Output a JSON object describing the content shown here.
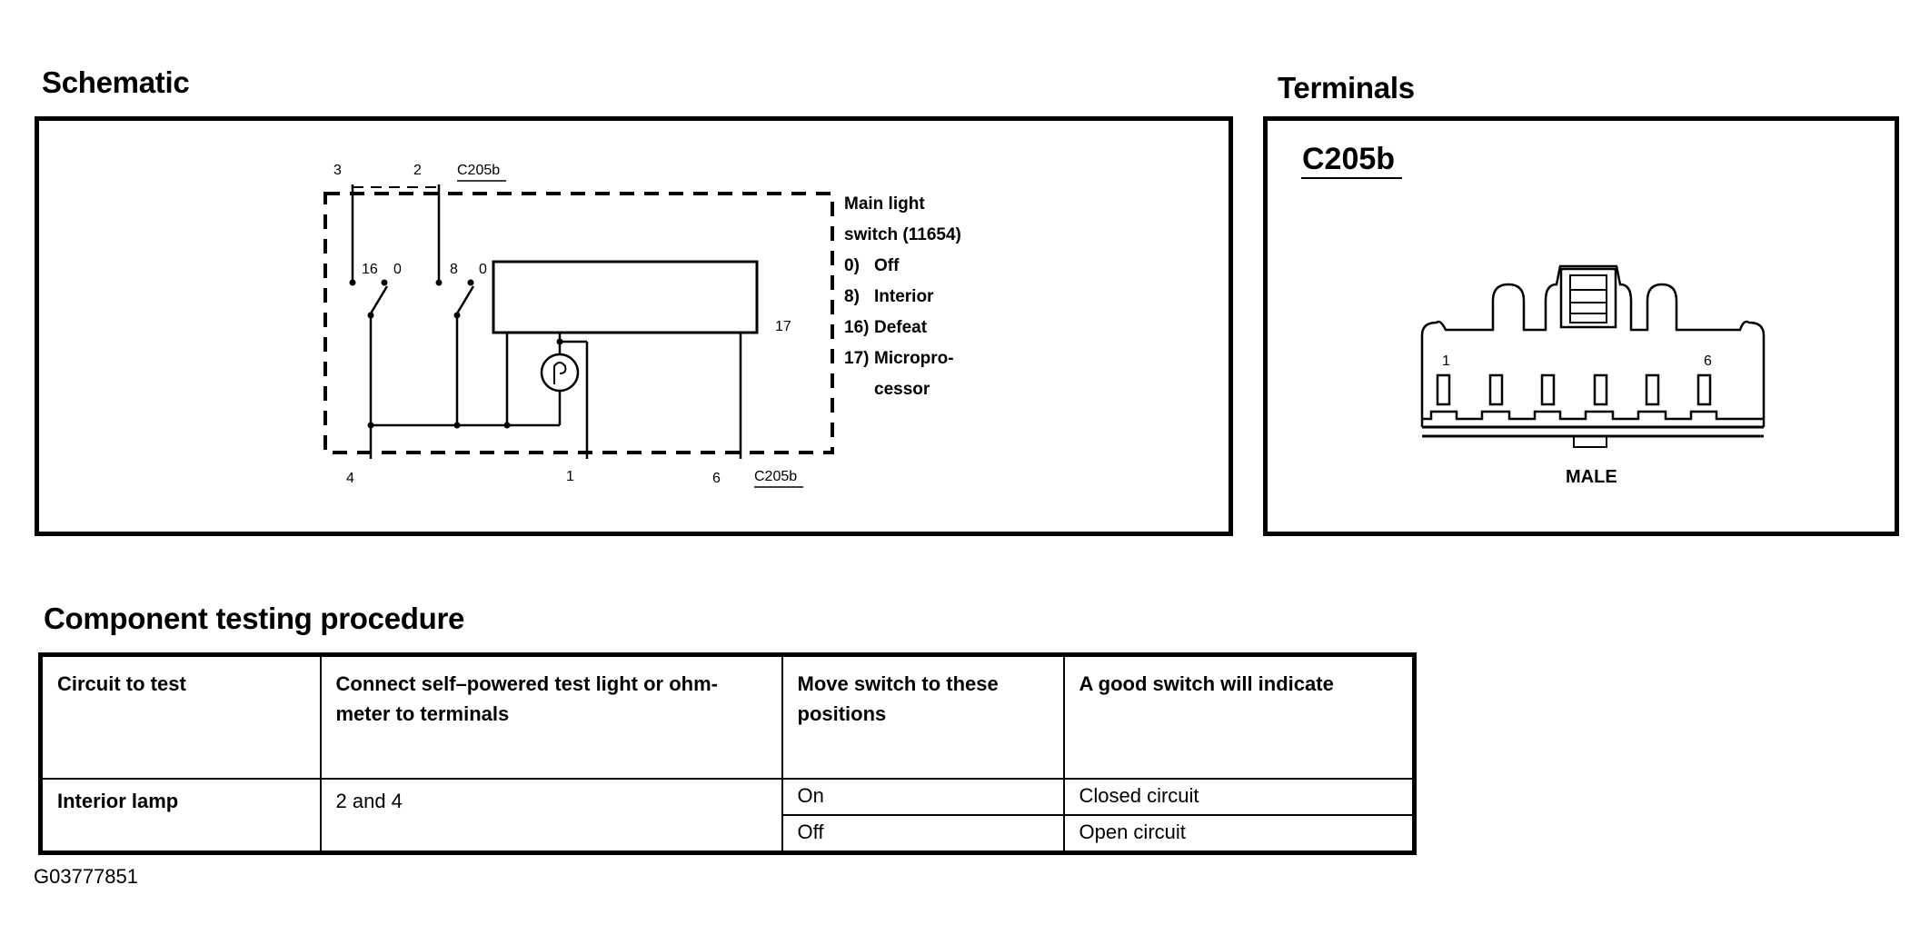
{
  "schematic": {
    "title": "Schematic",
    "top_pins": [
      "3",
      "2"
    ],
    "connector_top": "C205b",
    "connector_bottom": "C205b",
    "switch_a_labels": [
      "16",
      "0"
    ],
    "switch_b_labels": [
      "8",
      "0"
    ],
    "pin_17": "17",
    "bottom_pins": [
      "4",
      "1",
      "6"
    ],
    "description": [
      "Main light",
      "switch (11654)"
    ],
    "legend": [
      {
        "key": "0)",
        "text": "Off"
      },
      {
        "key": "8)",
        "text": "Interior"
      },
      {
        "key": "16)",
        "text": "Defeat"
      },
      {
        "key": "17)",
        "text": "Micropro-"
      }
    ],
    "legend_continued": "cessor"
  },
  "terminals": {
    "title": "Terminals",
    "connector": "C205b",
    "pin_first": "1",
    "pin_last": "6",
    "gender": "MALE"
  },
  "procedure": {
    "title": "Component testing procedure",
    "headers": [
      "Circuit to test",
      "Connect self–powered test light or ohm-meter to terminals",
      "Move switch to these positions",
      "A good switch will indicate"
    ],
    "rows": [
      {
        "circuit": "Interior lamp",
        "terminals": "2 and 4",
        "positions": [
          "On",
          "Off"
        ],
        "indicates": [
          "Closed circuit",
          "Open circuit"
        ]
      }
    ]
  },
  "figure_id": "G03777851"
}
